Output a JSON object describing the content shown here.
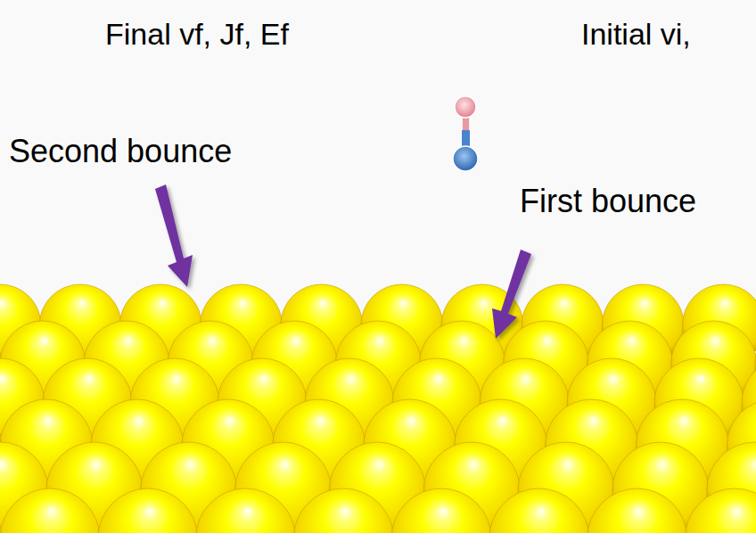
{
  "diagram": {
    "labels": [
      "Final vf, Jf, Ef",
      "Initial vi,",
      "Second bounce",
      "First bounce"
    ]
  }
}
